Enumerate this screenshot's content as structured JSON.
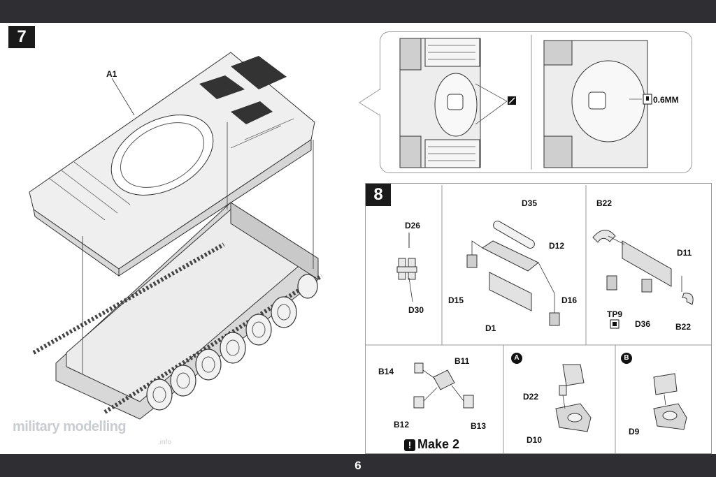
{
  "page": {
    "number": "6"
  },
  "step7": {
    "number": "7",
    "labels": {
      "a1": "A1"
    },
    "detail": {
      "thickness": "0.6MM"
    }
  },
  "step8": {
    "number": "8",
    "sub1": {
      "d26": "D26",
      "d30": "D30"
    },
    "sub2": {
      "d35": "D35",
      "d12": "D12",
      "d15": "D15",
      "d16": "D16",
      "d1": "D1"
    },
    "sub3": {
      "b22_top": "B22",
      "d11": "D11",
      "tp9": "TP9",
      "d36": "D36",
      "b22_bottom": "B22"
    },
    "sub4": {
      "b14": "B14",
      "b11": "B11",
      "b12": "B12",
      "b13": "B13",
      "make_text": "Make 2"
    },
    "subA": {
      "marker": "A",
      "d22": "D22",
      "d10": "D10"
    },
    "subB": {
      "marker": "B",
      "d9": "D9"
    }
  },
  "watermark": {
    "text": "military modelling",
    "suffix": ".info"
  }
}
